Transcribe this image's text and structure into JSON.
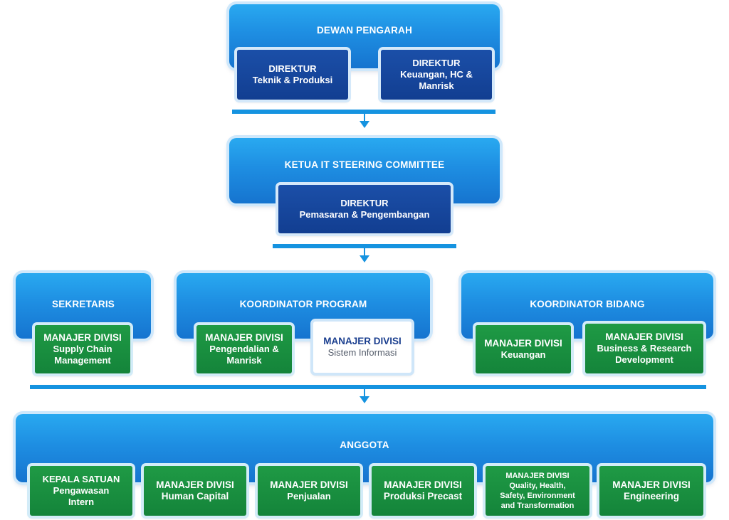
{
  "dewan": {
    "title": "DEWAN PENGARAH",
    "box1": {
      "line1": "DIREKTUR",
      "line2": "Teknik & Produksi"
    },
    "box2": {
      "line1": "DIREKTUR",
      "line2": "Keuangan, HC &",
      "line3": "Manrisk"
    }
  },
  "ketua": {
    "title": "KETUA IT STEERING COMMITTEE",
    "box": {
      "line1": "DIREKTUR",
      "line2": "Pemasaran & Pengembangan"
    }
  },
  "sekretaris": {
    "title": "SEKRETARIS",
    "box": {
      "line1": "MANAJER DIVISI",
      "line2": "Supply Chain",
      "line3": "Management"
    }
  },
  "koordinator_program": {
    "title": "KOORDINATOR PROGRAM",
    "box1": {
      "line1": "MANAJER DIVISI",
      "line2": "Pengendalian &",
      "line3": "Manrisk"
    },
    "box2": {
      "line1": "MANAJER DIVISI",
      "line2": "Sistem Informasi"
    }
  },
  "koordinator_bidang": {
    "title": "KOORDINATOR BIDANG",
    "box1": {
      "line1": "MANAJER DIVISI",
      "line2": "Keuangan"
    },
    "box2": {
      "line1": "MANAJER DIVISI",
      "line2": "Business & Research",
      "line3": "Development"
    }
  },
  "anggota": {
    "title": "ANGGOTA",
    "members": [
      {
        "line1": "KEPALA SATUAN",
        "line2": "Pengawasan",
        "line3": "Intern"
      },
      {
        "line1": "MANAJER DIVISI",
        "line2": "Human Capital"
      },
      {
        "line1": "MANAJER DIVISI",
        "line2": "Penjualan"
      },
      {
        "line1": "MANAJER DIVISI",
        "line2": "Produksi Precast"
      },
      {
        "line1": "MANAJER DIVISI",
        "line2": "Quality, Health,",
        "line3": "Safety, Environment",
        "line4": "and Transformation"
      },
      {
        "line1": "MANAJER DIVISI",
        "line2": "Engineering"
      }
    ]
  },
  "colors": {
    "panel_blue": "#1e8ee2",
    "navy_box": "#123e91",
    "green_box": "#14843a",
    "connector": "#1593e0"
  }
}
